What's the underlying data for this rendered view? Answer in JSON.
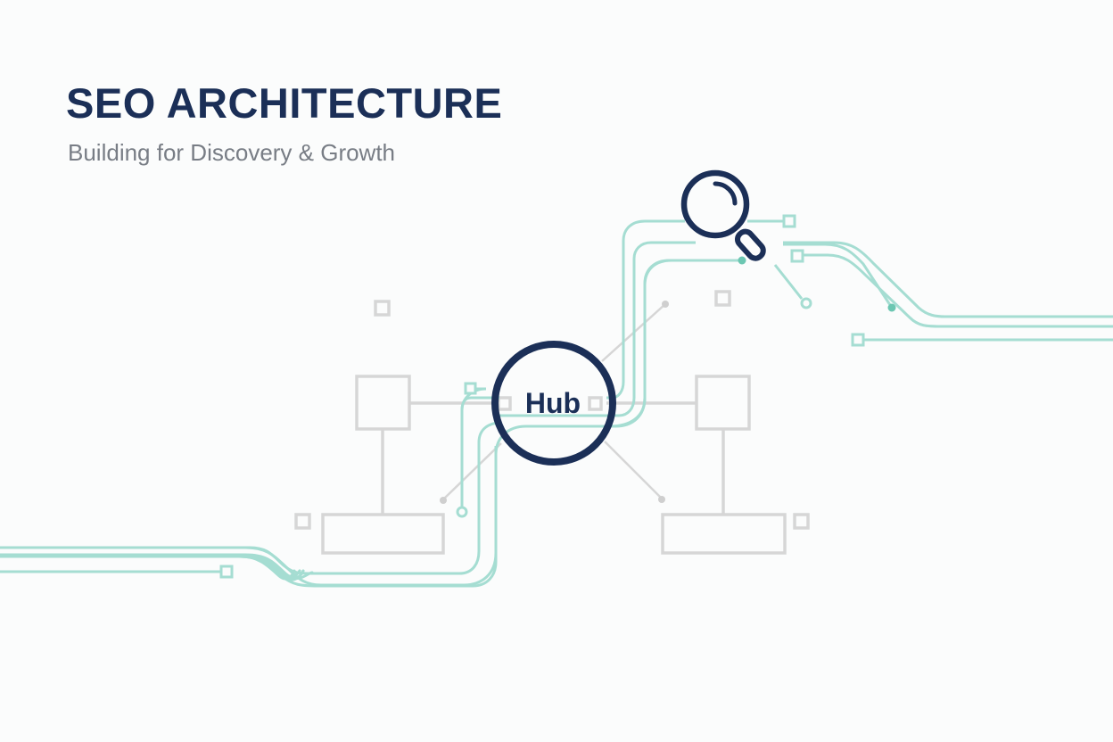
{
  "header": {
    "title": "SEO ARCHITECTURE",
    "subtitle": "Building for Discovery & Growth"
  },
  "diagram": {
    "hub_label": "Hub",
    "icons": [
      "magnifier-icon"
    ],
    "colors": {
      "navy": "#1b2f57",
      "teal": "#a5ddd2",
      "teal_dot": "#6cc7b2",
      "gray": "#d6d6d6",
      "subtitle_gray": "#787d85",
      "background": "#fbfcfc"
    },
    "nodes": {
      "hub": {
        "label": "Hub",
        "shape": "circle"
      },
      "left_upper_box": {
        "shape": "square"
      },
      "left_lower_box": {
        "shape": "rectangle"
      },
      "right_upper_box": {
        "shape": "square"
      },
      "right_lower_box": {
        "shape": "rectangle"
      }
    }
  }
}
